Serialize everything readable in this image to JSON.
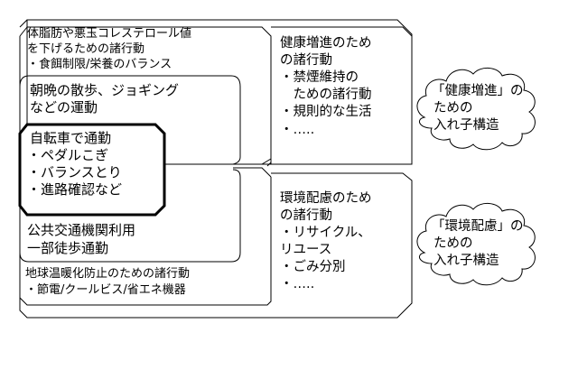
{
  "colors": {
    "stroke": "#000000",
    "background": "#ffffff"
  },
  "health_group": {
    "outer_box": {
      "title_lines": [
        "体脂肪や悪玉コレステロール値",
        "を下げるための諸行動"
      ],
      "bullet": "・食餌制限/栄養のバランス"
    },
    "exercise_box": {
      "lines": [
        "朝晩の散歩、ジョギング",
        "などの運動"
      ]
    },
    "right_box": {
      "lines": [
        "健康増進のため",
        "の諸行動",
        "・禁煙維持の",
        "　ための諸行動",
        "・規則的な生活",
        "・….."
      ]
    },
    "cloud": {
      "lines": [
        "「健康増進」の",
        "ための",
        "入れ子構造"
      ]
    }
  },
  "center_box": {
    "title": "自転車で通勤",
    "items": [
      "・ペダルこぎ",
      "・バランスとり",
      "・進路確認など"
    ]
  },
  "environment_group": {
    "transit_box": {
      "lines": [
        "公共交通機関利用",
        "一部徒歩通勤"
      ]
    },
    "outer_box": {
      "title": "地球温暖化防止のための諸行動",
      "bullet": "・節電/クールビス/省エネ機器"
    },
    "right_box": {
      "lines": [
        "環境配慮のため",
        "の諸行動",
        "・リサイクル、",
        "リユース",
        "・ごみ分別",
        "・….."
      ]
    },
    "cloud": {
      "lines": [
        "「環境配慮」の",
        "ための",
        "入れ子構造"
      ]
    }
  }
}
